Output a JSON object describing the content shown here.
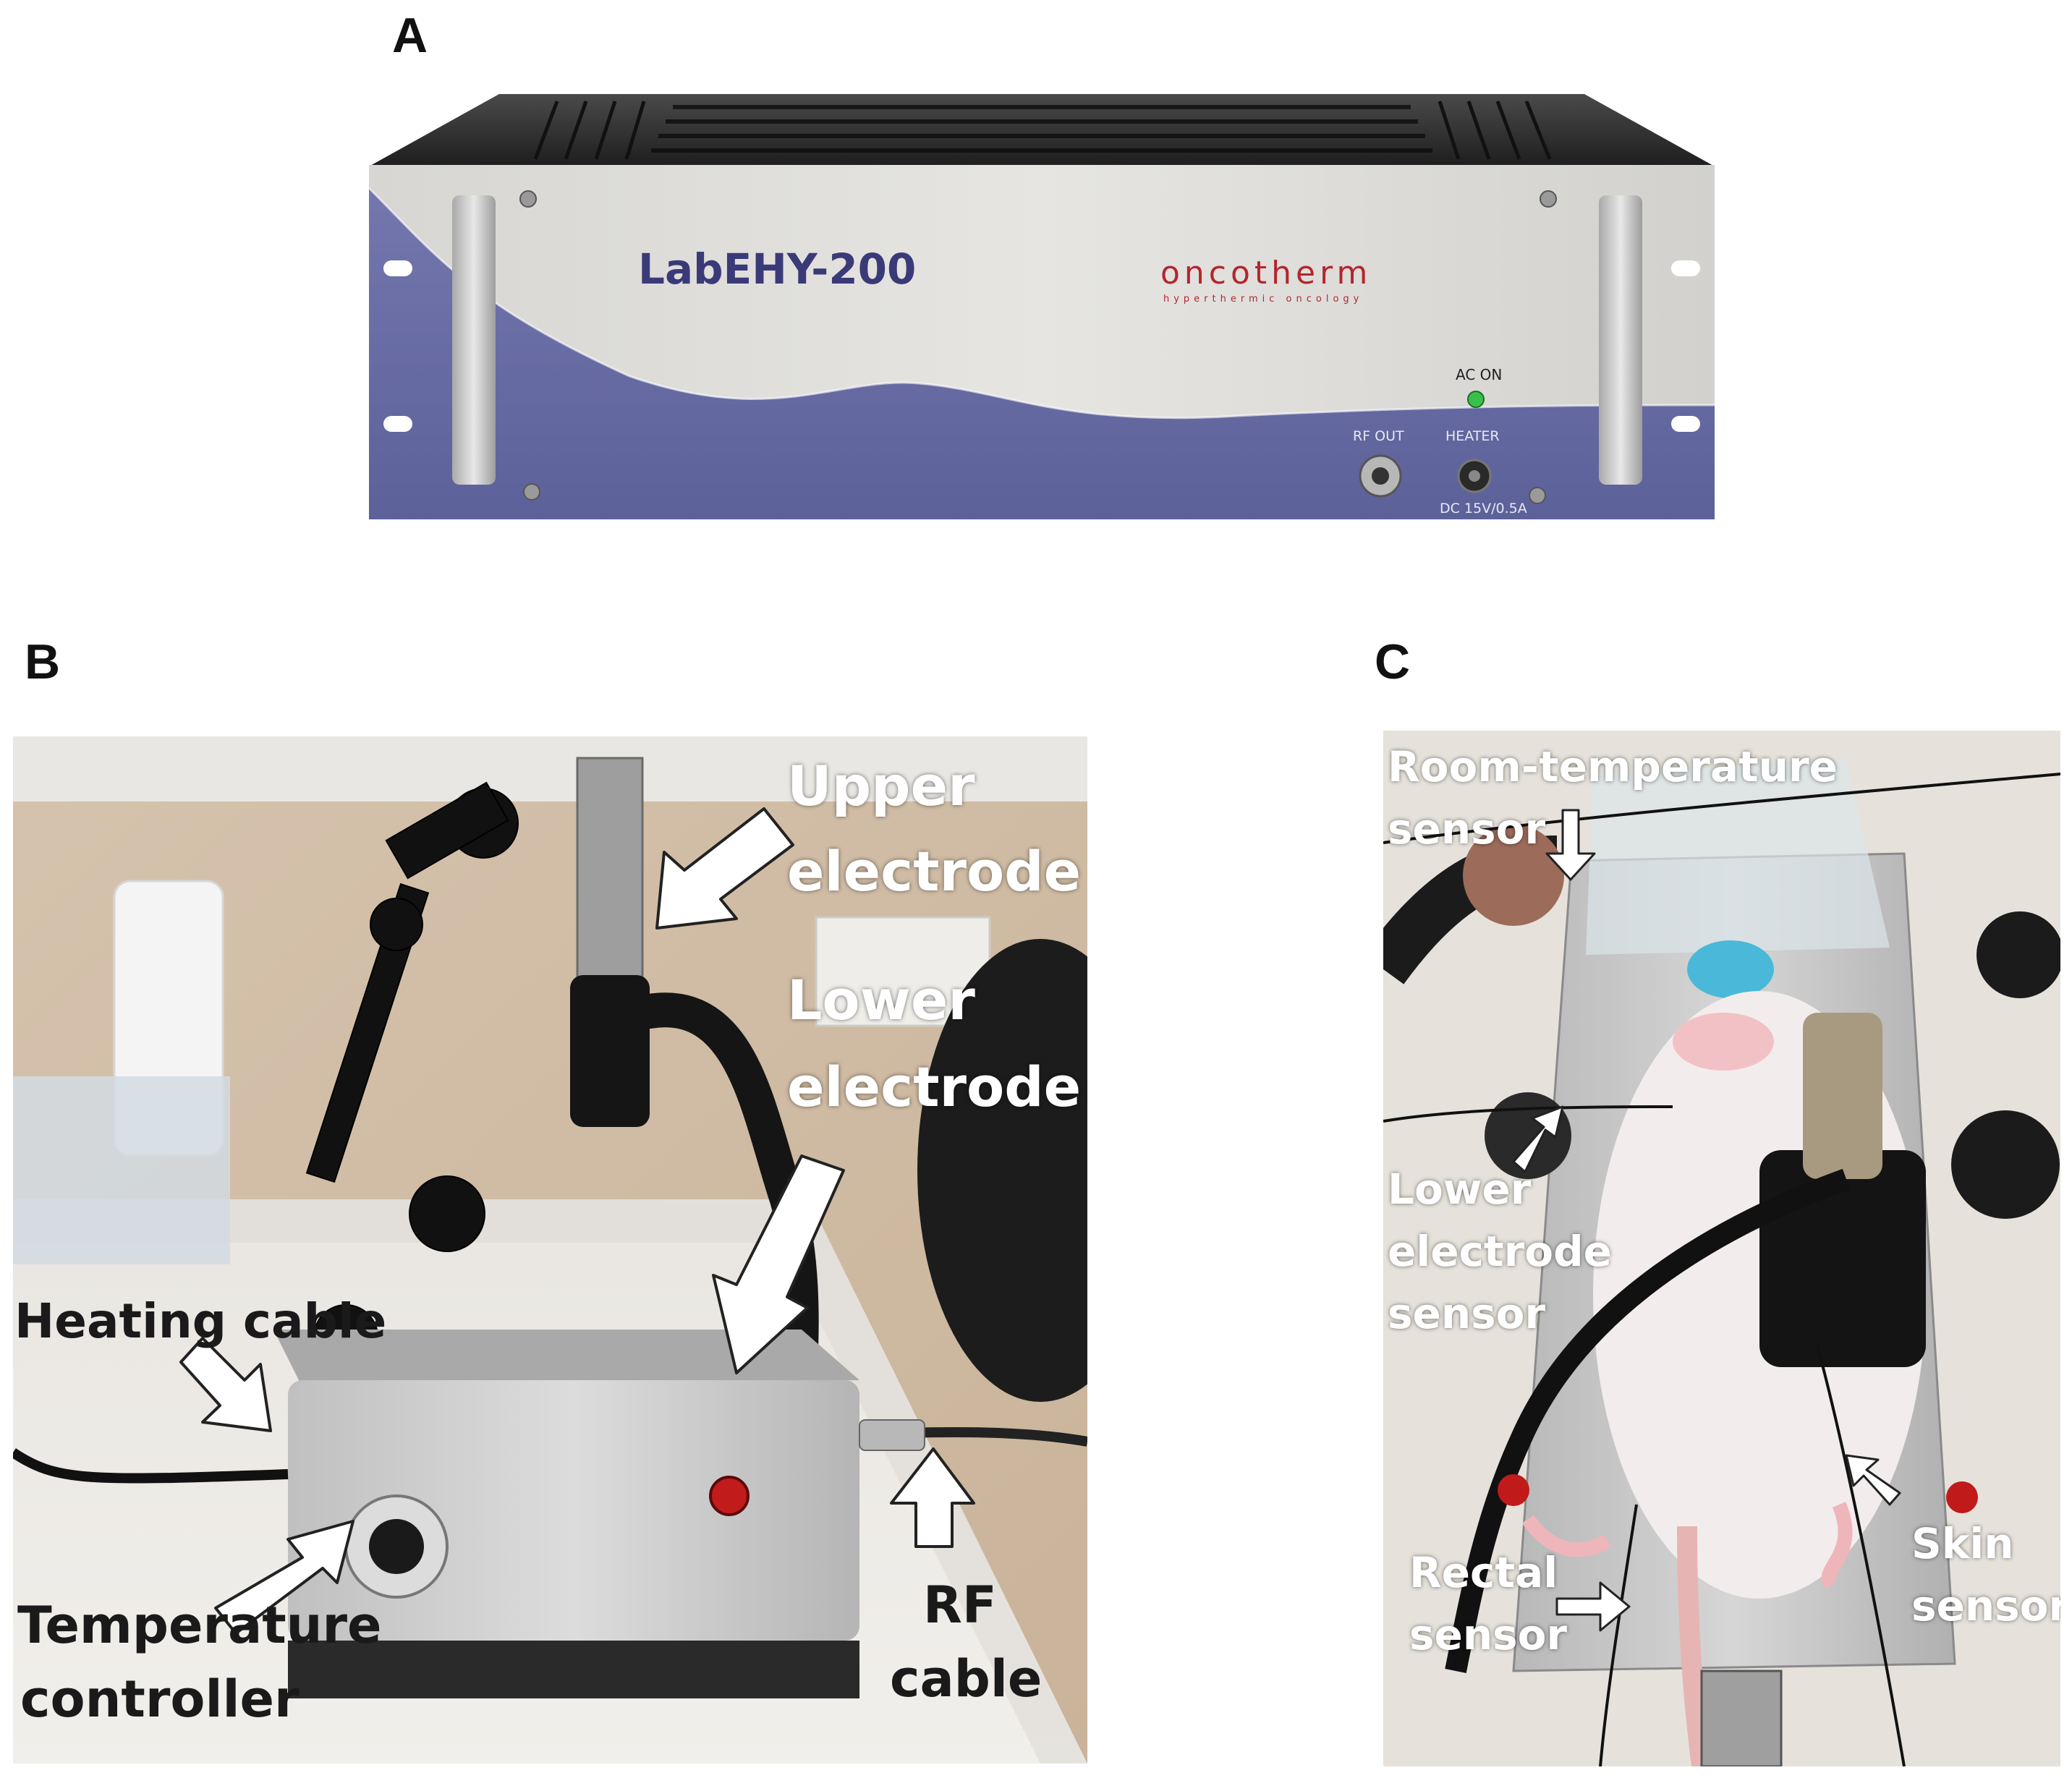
{
  "panels": {
    "a": {
      "letter": "A"
    },
    "b": {
      "letter": "B"
    },
    "c": {
      "letter": "C"
    }
  },
  "device": {
    "model": "LabEHY-200",
    "brand": "oncotherm",
    "brand_tagline": "hyperthermic oncology",
    "ac_on": "AC ON",
    "rf_out": "RF OUT",
    "heater": "HEATER",
    "power_rating": "DC 15V/0.5A"
  },
  "panel_b_labels": {
    "upper_electrode_1": "Upper",
    "upper_electrode_2": "electrode",
    "lower_electrode_1": "Lower",
    "lower_electrode_2": "electrode",
    "heating_cable": "Heating cable",
    "temperature_controller_1": "Temperature",
    "temperature_controller_2": "controller",
    "rf_cable_1": "RF",
    "rf_cable_2": "cable"
  },
  "panel_c_labels": {
    "room_temp_1": "Room-temperature",
    "room_temp_2": "sensor",
    "lower_sensor_1": "Lower",
    "lower_sensor_2": "electrode",
    "lower_sensor_3": "sensor",
    "rectal_1": "Rectal",
    "rectal_2": "sensor",
    "skin_1": "Skin",
    "skin_2": "sensor"
  },
  "colors": {
    "front_panel": "#dcdbd8",
    "lower_band": "#6b6fa6",
    "model_text": "#3b3a78",
    "brand_red": "#b3262d",
    "led_green": "#39c04a"
  }
}
